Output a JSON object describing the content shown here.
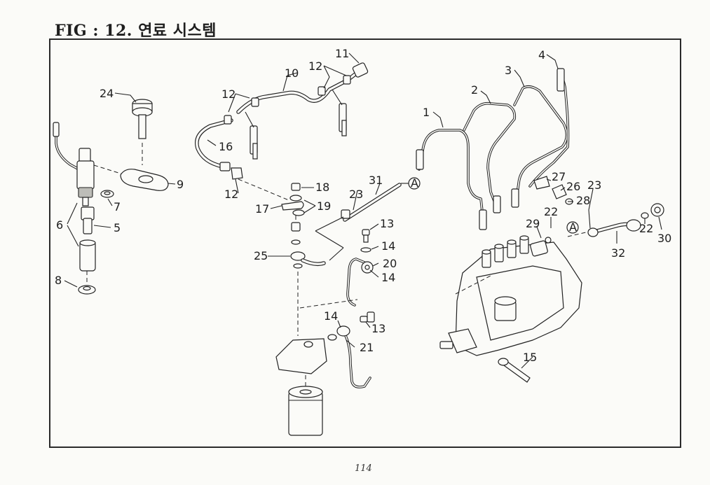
{
  "figure": {
    "title": "FIG : 12. 연료 시스템",
    "page_number": "114"
  },
  "callouts": [
    {
      "id": "c1",
      "label": "1"
    },
    {
      "id": "c2",
      "label": "2"
    },
    {
      "id": "c3",
      "label": "3"
    },
    {
      "id": "c4",
      "label": "4"
    },
    {
      "id": "c5",
      "label": "5"
    },
    {
      "id": "c6",
      "label": "6"
    },
    {
      "id": "c7",
      "label": "7"
    },
    {
      "id": "c8",
      "label": "8"
    },
    {
      "id": "c9",
      "label": "9"
    },
    {
      "id": "c10",
      "label": "10"
    },
    {
      "id": "c11",
      "label": "11"
    },
    {
      "id": "c12a",
      "label": "12"
    },
    {
      "id": "c12b",
      "label": "12"
    },
    {
      "id": "c12c",
      "label": "12"
    },
    {
      "id": "c13a",
      "label": "13"
    },
    {
      "id": "c13b",
      "label": "13"
    },
    {
      "id": "c14a",
      "label": "14"
    },
    {
      "id": "c14b",
      "label": "14"
    },
    {
      "id": "c14c",
      "label": "14"
    },
    {
      "id": "c15",
      "label": "15"
    },
    {
      "id": "c16",
      "label": "16"
    },
    {
      "id": "c17",
      "label": "17"
    },
    {
      "id": "c18",
      "label": "18"
    },
    {
      "id": "c19",
      "label": "19"
    },
    {
      "id": "c20",
      "label": "20"
    },
    {
      "id": "c21",
      "label": "21"
    },
    {
      "id": "c22a",
      "label": "22"
    },
    {
      "id": "c22b",
      "label": "22"
    },
    {
      "id": "c23a",
      "label": "23"
    },
    {
      "id": "c23b",
      "label": "23"
    },
    {
      "id": "c24",
      "label": "24"
    },
    {
      "id": "c25",
      "label": "25"
    },
    {
      "id": "c26",
      "label": "26"
    },
    {
      "id": "c27",
      "label": "27"
    },
    {
      "id": "c28",
      "label": "28"
    },
    {
      "id": "c29",
      "label": "29"
    },
    {
      "id": "c30",
      "label": "30"
    },
    {
      "id": "c31",
      "label": "31"
    },
    {
      "id": "c32",
      "label": "32"
    },
    {
      "id": "refA1",
      "label": "A"
    },
    {
      "id": "refA2",
      "label": "A"
    }
  ]
}
